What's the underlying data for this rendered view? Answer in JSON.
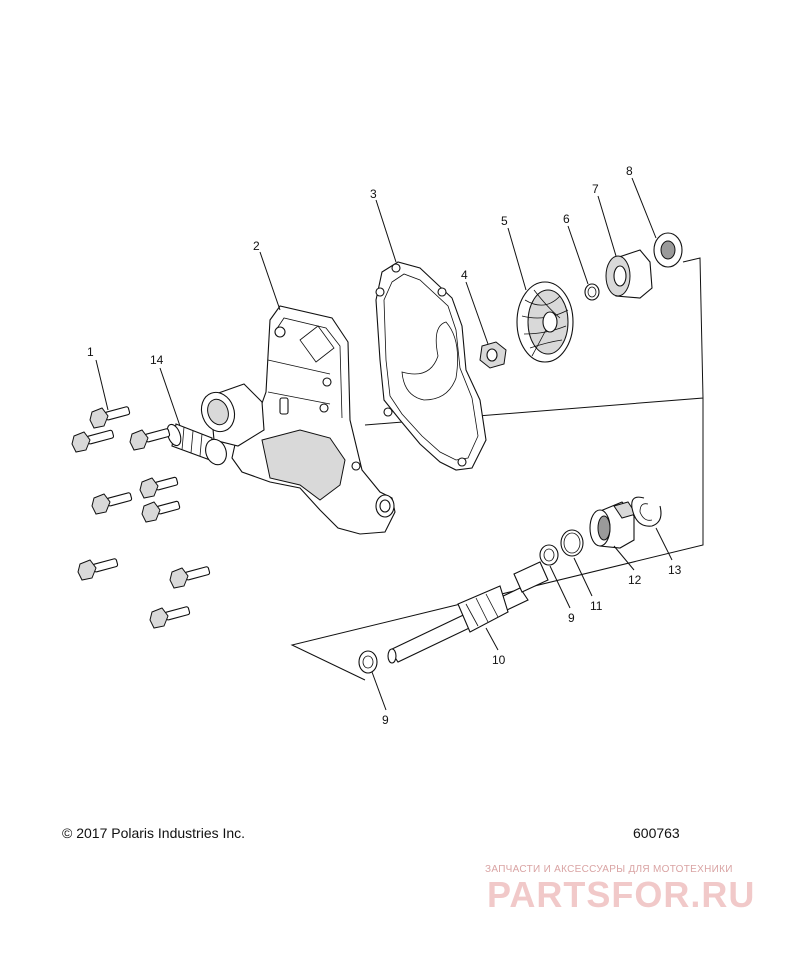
{
  "callouts": {
    "c1": "1",
    "c2": "2",
    "c3": "3",
    "c4": "4",
    "c5": "5",
    "c6": "6",
    "c7": "7",
    "c8": "8",
    "c9a": "9",
    "c9b": "9",
    "c10": "10",
    "c11": "11",
    "c12": "12",
    "c13": "13",
    "c14": "14"
  },
  "footer": {
    "copyright": "© 2017 Polaris Industries Inc.",
    "figure_number": "600763"
  },
  "watermark": {
    "tagline": "ЗАПЧАСТИ И АКСЕССУАРЫ ДЛЯ МОТОТЕХНИКИ",
    "logo": "PARTSFOR.RU"
  }
}
